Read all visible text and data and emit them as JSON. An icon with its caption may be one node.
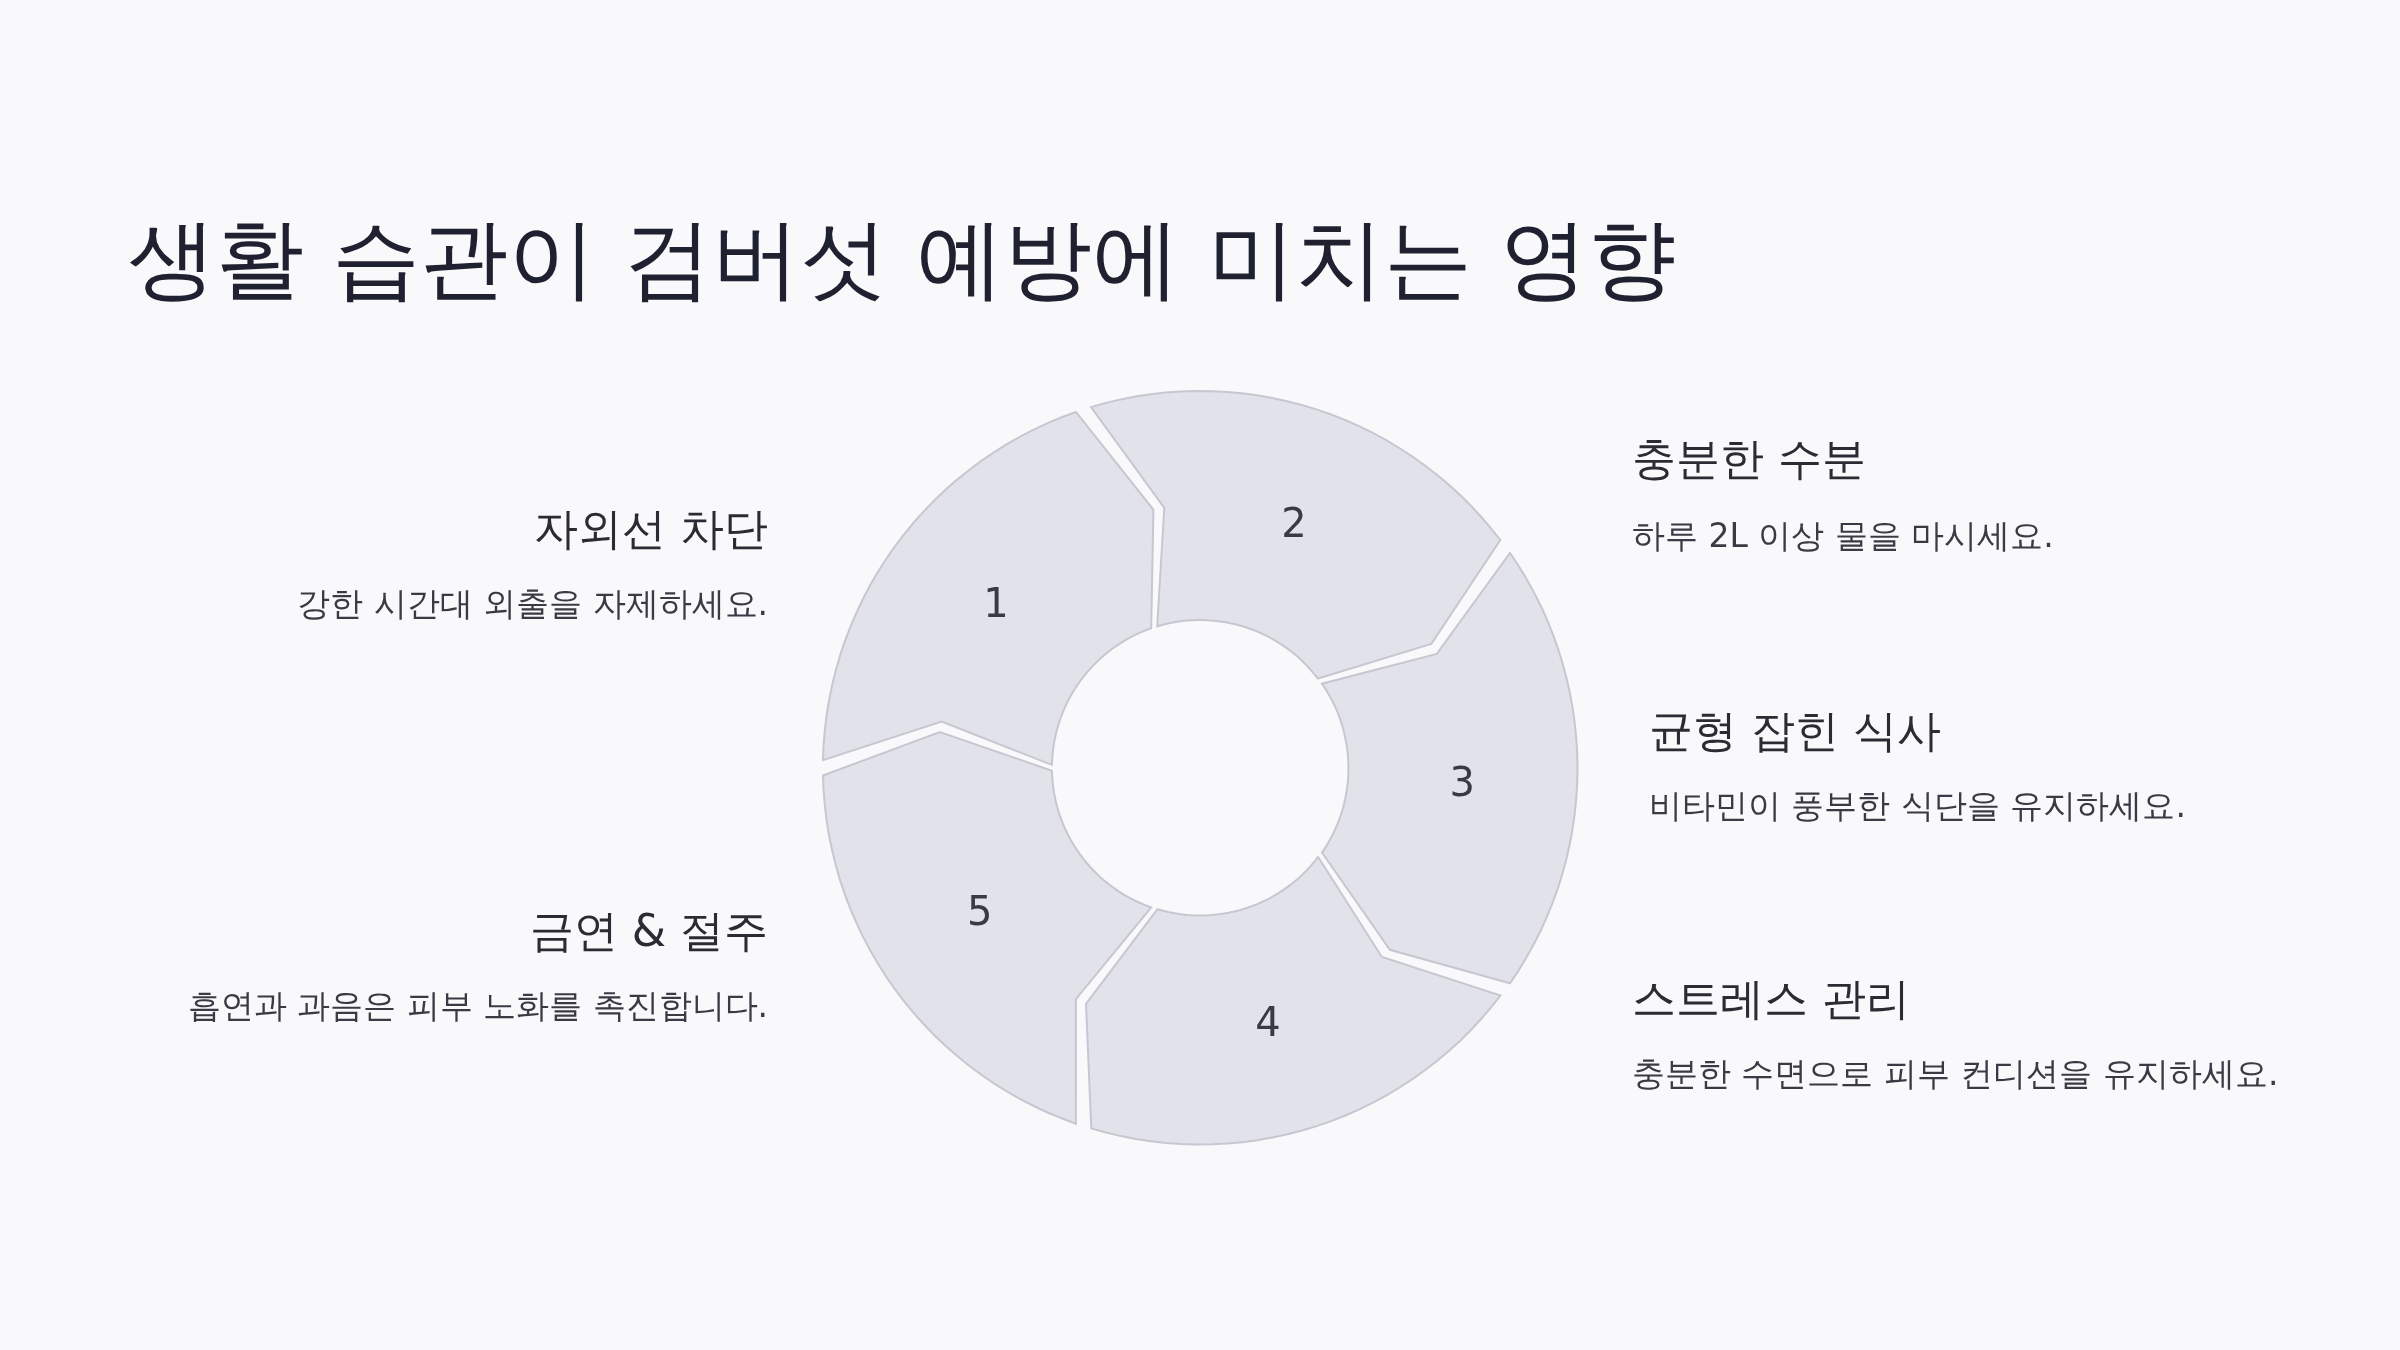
{
  "diagram": {
    "title": "생활 습관이 검버섯 예방에 미치는 영향",
    "nodes": [
      {
        "text": [
          "1"
        ],
        "beside": [
          "자외선 차단",
          "강한 시간대 외출을 자제하세요."
        ]
      },
      {
        "text": [
          "2"
        ],
        "beside": [
          "충분한 수분",
          "하루 2L 이상 물을 마시세요."
        ]
      },
      {
        "text": [
          "3"
        ],
        "beside": [
          "균형 잡힌 식사",
          "비타민이 풍부한 식단을 유지하세요."
        ]
      },
      {
        "text": [
          "4"
        ],
        "beside": [
          "스트레스 관리",
          "충분한 수면으로 피부 컨디션을 유지하세요."
        ]
      },
      {
        "text": [
          "5"
        ],
        "beside": [
          "금연 & 절주",
          "흡연과 과음은 피부 노화를 촉진합니다."
        ]
      }
    ]
  }
}
